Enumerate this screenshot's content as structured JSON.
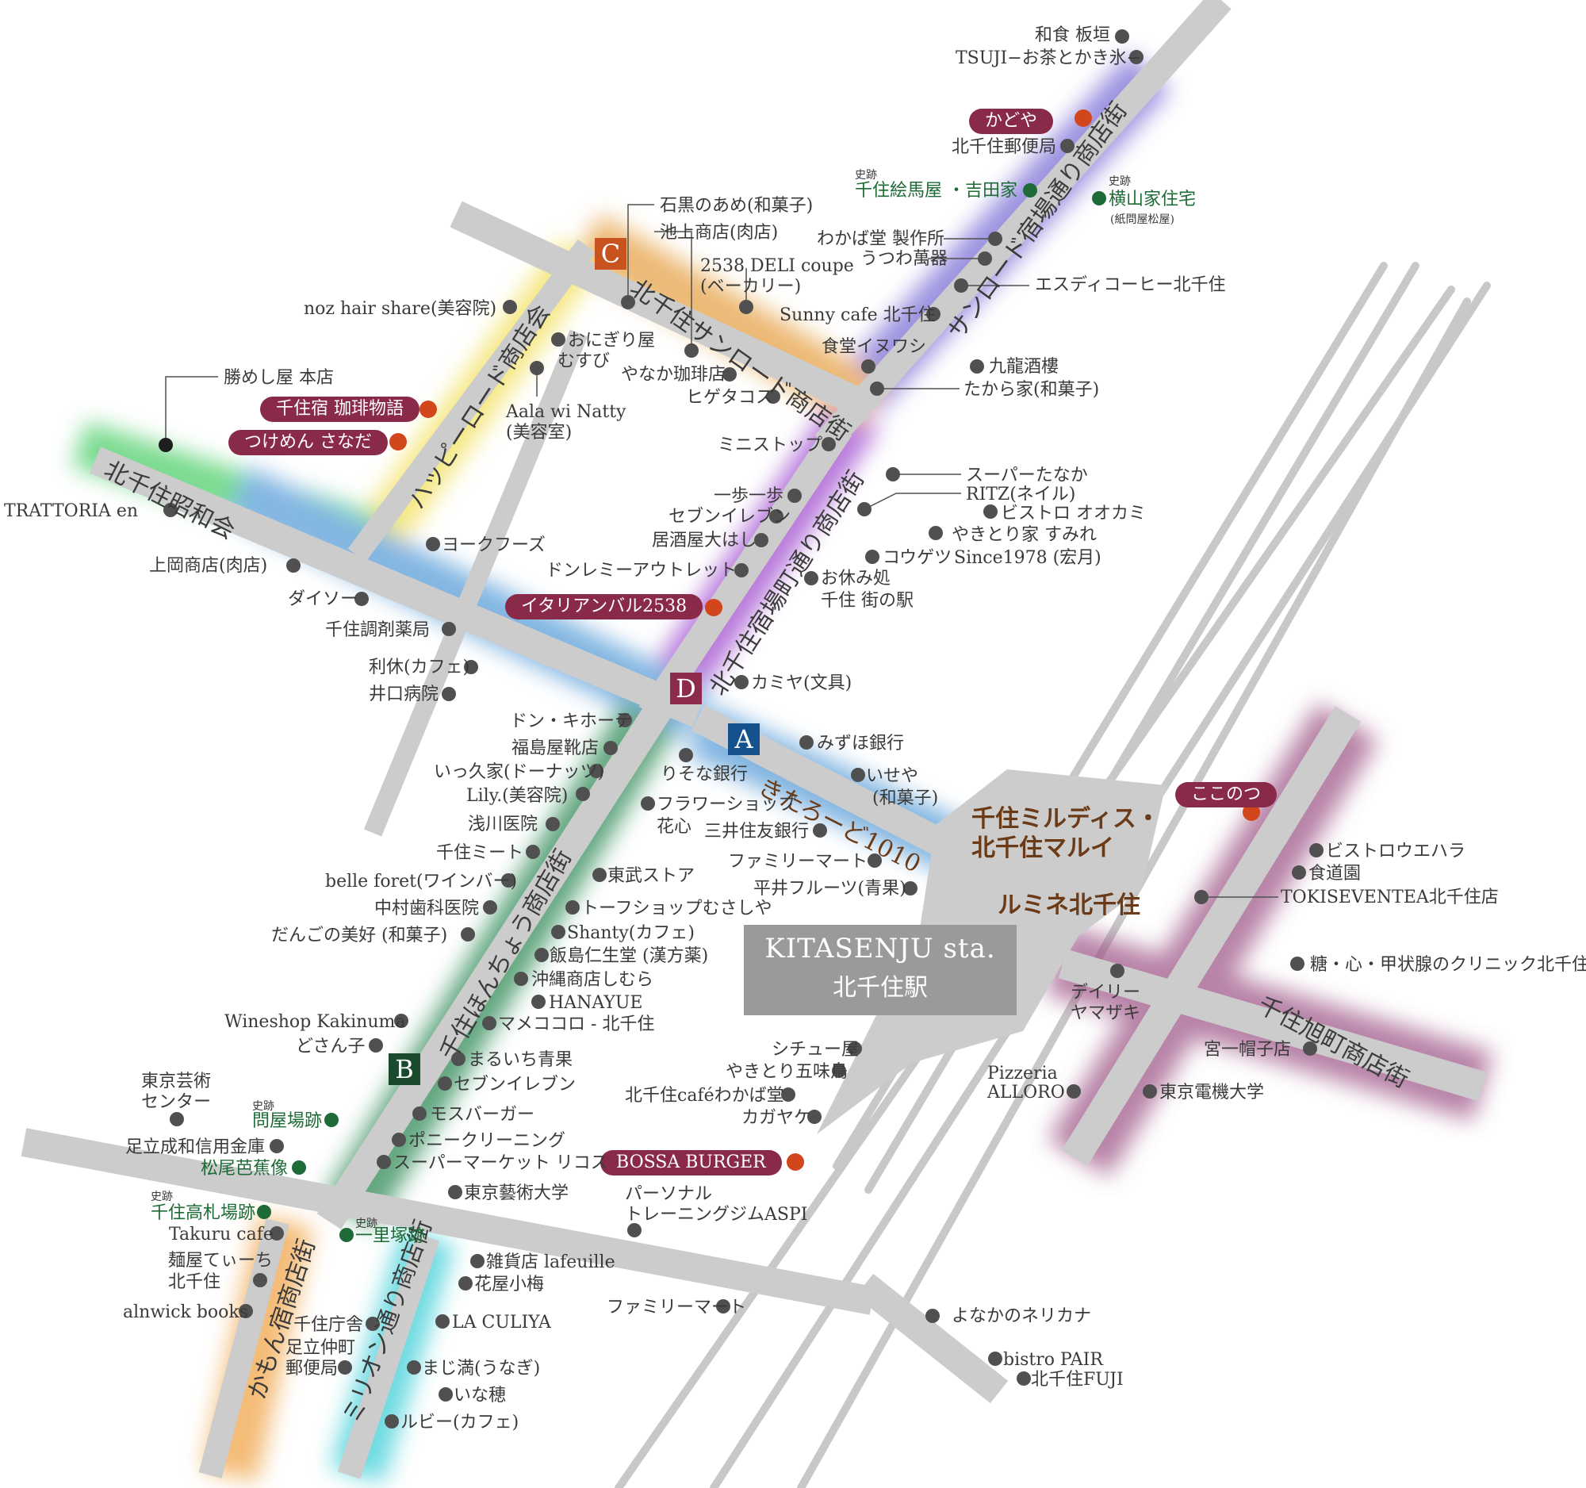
{
  "colors": {
    "road": "#cccccc",
    "pill": "#8a2a49",
    "dot": "#505050",
    "dot_orange": "#d2461c",
    "dot_green": "#1e6b37",
    "marker_A": "#15528d",
    "marker_B": "#1a4a2c",
    "marker_C": "#c8531e",
    "marker_D": "#8c2b4d"
  },
  "markers": {
    "a": "A",
    "b": "B",
    "c": "C",
    "d": "D"
  },
  "station": {
    "en": "KITASENJU sta.",
    "ja": "北千住駅"
  },
  "buildings": {
    "mildis": "千住ミルディス・",
    "marui": "北千住マルイ",
    "lumine": "ルミネ北千住"
  },
  "streets": {
    "sunroad_shukuba": "サンロード宿場通り商店街",
    "kitasenju_sunroad": "北千住サンロード商店街",
    "happy_road": "ハッピーロード商店会",
    "showa": "北千住昭和会",
    "shukuba_machi": "北千住宿場町通り商店街",
    "kitaroad": "きたろーど1010",
    "hanchou": "千住ほんちょう商店街",
    "karumon": "かもん宿商店街",
    "million": "ミリオン通り商店街",
    "asahi": "千住旭町商店街"
  },
  "pills": {
    "kadoya": "かどや",
    "coffee": "千住宿 珈琲物語",
    "sanada": "つけめん さなだ",
    "italian": "イタリアンバル2538",
    "kokonotsu": "ここのつ",
    "bossa": "BOSSA BURGER"
  },
  "historic_tag": "史跡",
  "places": {
    "itagaki": "和食 板垣",
    "tsuji": "TSUJI−お茶とかき氷−",
    "post_kita": "北千住郵便局",
    "ema": "千住絵馬屋 ・吉田家",
    "yokoyama": "横山家住宅",
    "yokoyama_sub": "(紙問屋松屋)",
    "wakaba": "わかば堂 製作所",
    "utsuwa": "うつわ萬器",
    "esd": "エスディコーヒー北千住",
    "sunny": "Sunny cafe 北千住",
    "shokudo": "食堂イヌワシ",
    "kuryu": "九龍酒樓",
    "takara": "たから家(和菓子)",
    "ishiguro": "石黒のあめ(和菓子)",
    "ikegami": "池上商店(肉店)",
    "deli1": "2538 DELI coupe",
    "deli2": "(ベーカリー)",
    "noz": "noz hair share(美容院)",
    "onigiri1": "おにぎり屋",
    "onigiri2": "むすび",
    "yanaka": "やなか珈琲店",
    "higeta": "ヒゲタコス",
    "aala1": "Aala wi Natty",
    "aala2": "(美容室)",
    "katsu": "勝めし屋 本店",
    "ministop": "ミニストップ",
    "supertanaka": "スーパーたなか",
    "ritz": "RITZ(ネイル)",
    "ookami": "ビストロ オオカミ",
    "sumire": "やきとり家 すみれ",
    "since": "Since1978 (宏月)",
    "ippo": "一歩一歩",
    "seven1": "セブンイレブン",
    "ohashi": "居酒屋大はし",
    "kougetsu": "コウゲツ",
    "trattoria": "TRATTORIA en",
    "yorku": "ヨークフーズ",
    "donremi": "ドンレミーアウトレット",
    "oyasumi1": "お休み処",
    "oyasumi2": "千住 街の駅",
    "kamioka": "上岡商店(肉店)",
    "daiso": "ダイソー",
    "chozai": "千住調剤薬局",
    "rikyu": "利休(カフェ)",
    "iguchi": "井口病院",
    "kamiya": "カミヤ(文具)",
    "donki": "ドン・キホーテ",
    "fukushima": "福島屋靴店",
    "ikkyu": "いっ久家(ドーナッツ)",
    "lily": "Lily.(美容院)",
    "asakawa": "浅川医院",
    "meat": "千住ミート",
    "belle": "belle foret(ワインバー)",
    "nakamura": "中村歯科医院",
    "dango": "だんごの美好 (和菓子)",
    "mizuho": "みずほ銀行",
    "resona": "りそな銀行",
    "iseya1": "いせや",
    "iseya2": "(和菓子)",
    "flower1": "フラワーショップ",
    "flower2": "花心",
    "mitsui": "三井住友銀行",
    "family1": "ファミリーマート",
    "hirai": "平井フルーツ(青果)",
    "tobu": "東武ストア",
    "musashiya": "トーフショップむさしや",
    "shanty": "Shanty(カフェ)",
    "iijima": "飯島仁生堂 (漢方薬)",
    "shimura": "沖縄商店しむら",
    "hanayue": "HANAYUE",
    "mamekokoro": "マメココロ - 北千住",
    "wineshop": "Wineshop Kakinuma",
    "dosanko": "どさん子",
    "marui_seika": "まるいち青果",
    "seven2": "セブンイレブン",
    "mos": "モスバーガー",
    "pony": "ポニークリーニング",
    "ricos": "スーパーマーケット リコス",
    "geijutsu_center1": "東京芸術",
    "geijutsu_center2": "センター",
    "ton_ya": "問屋場跡",
    "adachi_shinkin": "足立成和信用金庫",
    "basho": "松尾芭蕉像",
    "kosatsu": "千住高札場跡",
    "takuru": "Takuru cafe",
    "ichirizuka": "一里塚跡",
    "menya1": "麺屋てぃーち",
    "menya2": "北千住",
    "alnwick": "alnwick books",
    "geidai": "東京藝術大学",
    "stew": "シチュー屋",
    "goumi": "やきとり五味鳥",
    "wakabado_cafe": "北千住caféわかば堂",
    "kagayake": "カガヤケ",
    "aspi1": "パーソナル",
    "aspi2": "トレーニングジムASPI",
    "lafeuille": "雑貨店 lafeuille",
    "koume": "花屋小梅",
    "culiya": "LA CULIYA",
    "chosha": "千住庁舎",
    "post_adachi1": "足立仲町",
    "post_adachi2": "郵便局",
    "unagi": "まじ満(うなぎ)",
    "inaho": "いな穂",
    "ruby": "ルビー(カフェ)",
    "family2": "ファミリーマート",
    "nerikana": "よなかのネリカナ",
    "pair": "bistro PAIR",
    "fuji": "北千住FUJI",
    "uehara": "ビストロウエハラ",
    "shokudoen": "食道園",
    "tokiseven": "TOKISEVENTEA北千住店",
    "daily1": "デイリー",
    "daily2": "ヤマザキ",
    "clinic": "糖・心・甲状腺のクリニック北千住",
    "miyaichi": "宮一帽子店",
    "pizza1": "Pizzeria",
    "pizza2": "ALLORO",
    "denki": "東京電機大学"
  }
}
